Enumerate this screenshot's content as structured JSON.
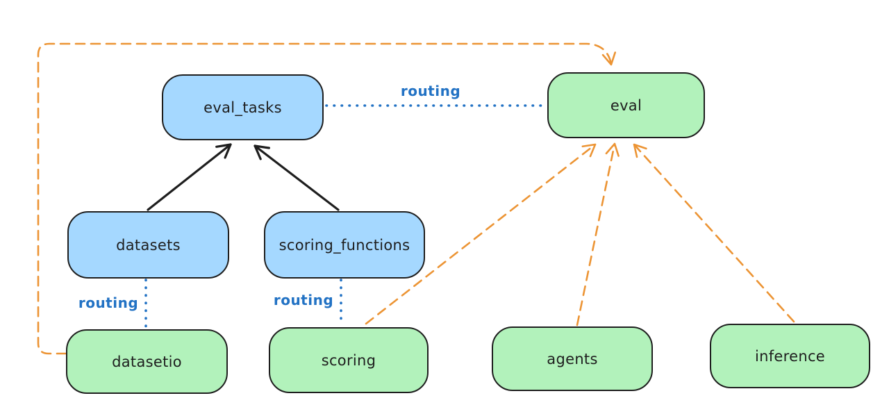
{
  "diagram": {
    "type": "architecture-graph",
    "palette": {
      "background": "#ffffff",
      "node_stroke": "#1e1e1e",
      "blue_node_fill": "#a5d8ff",
      "green_node_fill": "#b2f2bb",
      "routing_blue": "#2272c4",
      "provider_orange": "#ec9434",
      "black_arrow": "#1e1e1e"
    },
    "nodes": [
      {
        "id": "eval_tasks",
        "label": "eval_tasks",
        "fill": "blue"
      },
      {
        "id": "eval",
        "label": "eval",
        "fill": "green"
      },
      {
        "id": "datasets",
        "label": "datasets",
        "fill": "blue"
      },
      {
        "id": "scoring_functions",
        "label": "scoring_functions",
        "fill": "blue"
      },
      {
        "id": "datasetio",
        "label": "datasetio",
        "fill": "green"
      },
      {
        "id": "scoring",
        "label": "scoring",
        "fill": "green"
      },
      {
        "id": "agents",
        "label": "agents",
        "fill": "green"
      },
      {
        "id": "inference",
        "label": "inference",
        "fill": "green"
      }
    ],
    "edges": [
      {
        "from": "datasets",
        "to": "eval_tasks",
        "style": "solid",
        "color": "black",
        "arrowhead": "end"
      },
      {
        "from": "scoring_functions",
        "to": "eval_tasks",
        "style": "solid",
        "color": "black",
        "arrowhead": "end"
      },
      {
        "from": "eval_tasks",
        "to": "eval",
        "style": "dotted",
        "color": "blue",
        "label": "routing",
        "arrowhead": "none"
      },
      {
        "from": "datasets",
        "to": "datasetio",
        "style": "dotted",
        "color": "blue",
        "label": "routing",
        "arrowhead": "none"
      },
      {
        "from": "scoring_functions",
        "to": "scoring",
        "style": "dotted",
        "color": "blue",
        "label": "routing",
        "arrowhead": "none"
      },
      {
        "from": "datasetio",
        "to": "eval",
        "style": "dashed",
        "color": "orange",
        "arrowhead": "end",
        "route": "left-edge-loop-over-top"
      },
      {
        "from": "scoring",
        "to": "eval",
        "style": "dashed",
        "color": "orange",
        "arrowhead": "end"
      },
      {
        "from": "agents",
        "to": "eval",
        "style": "dashed",
        "color": "orange",
        "arrowhead": "end"
      },
      {
        "from": "inference",
        "to": "eval",
        "style": "dashed",
        "color": "orange",
        "arrowhead": "end"
      }
    ],
    "labels": {
      "routing": "routing"
    }
  }
}
